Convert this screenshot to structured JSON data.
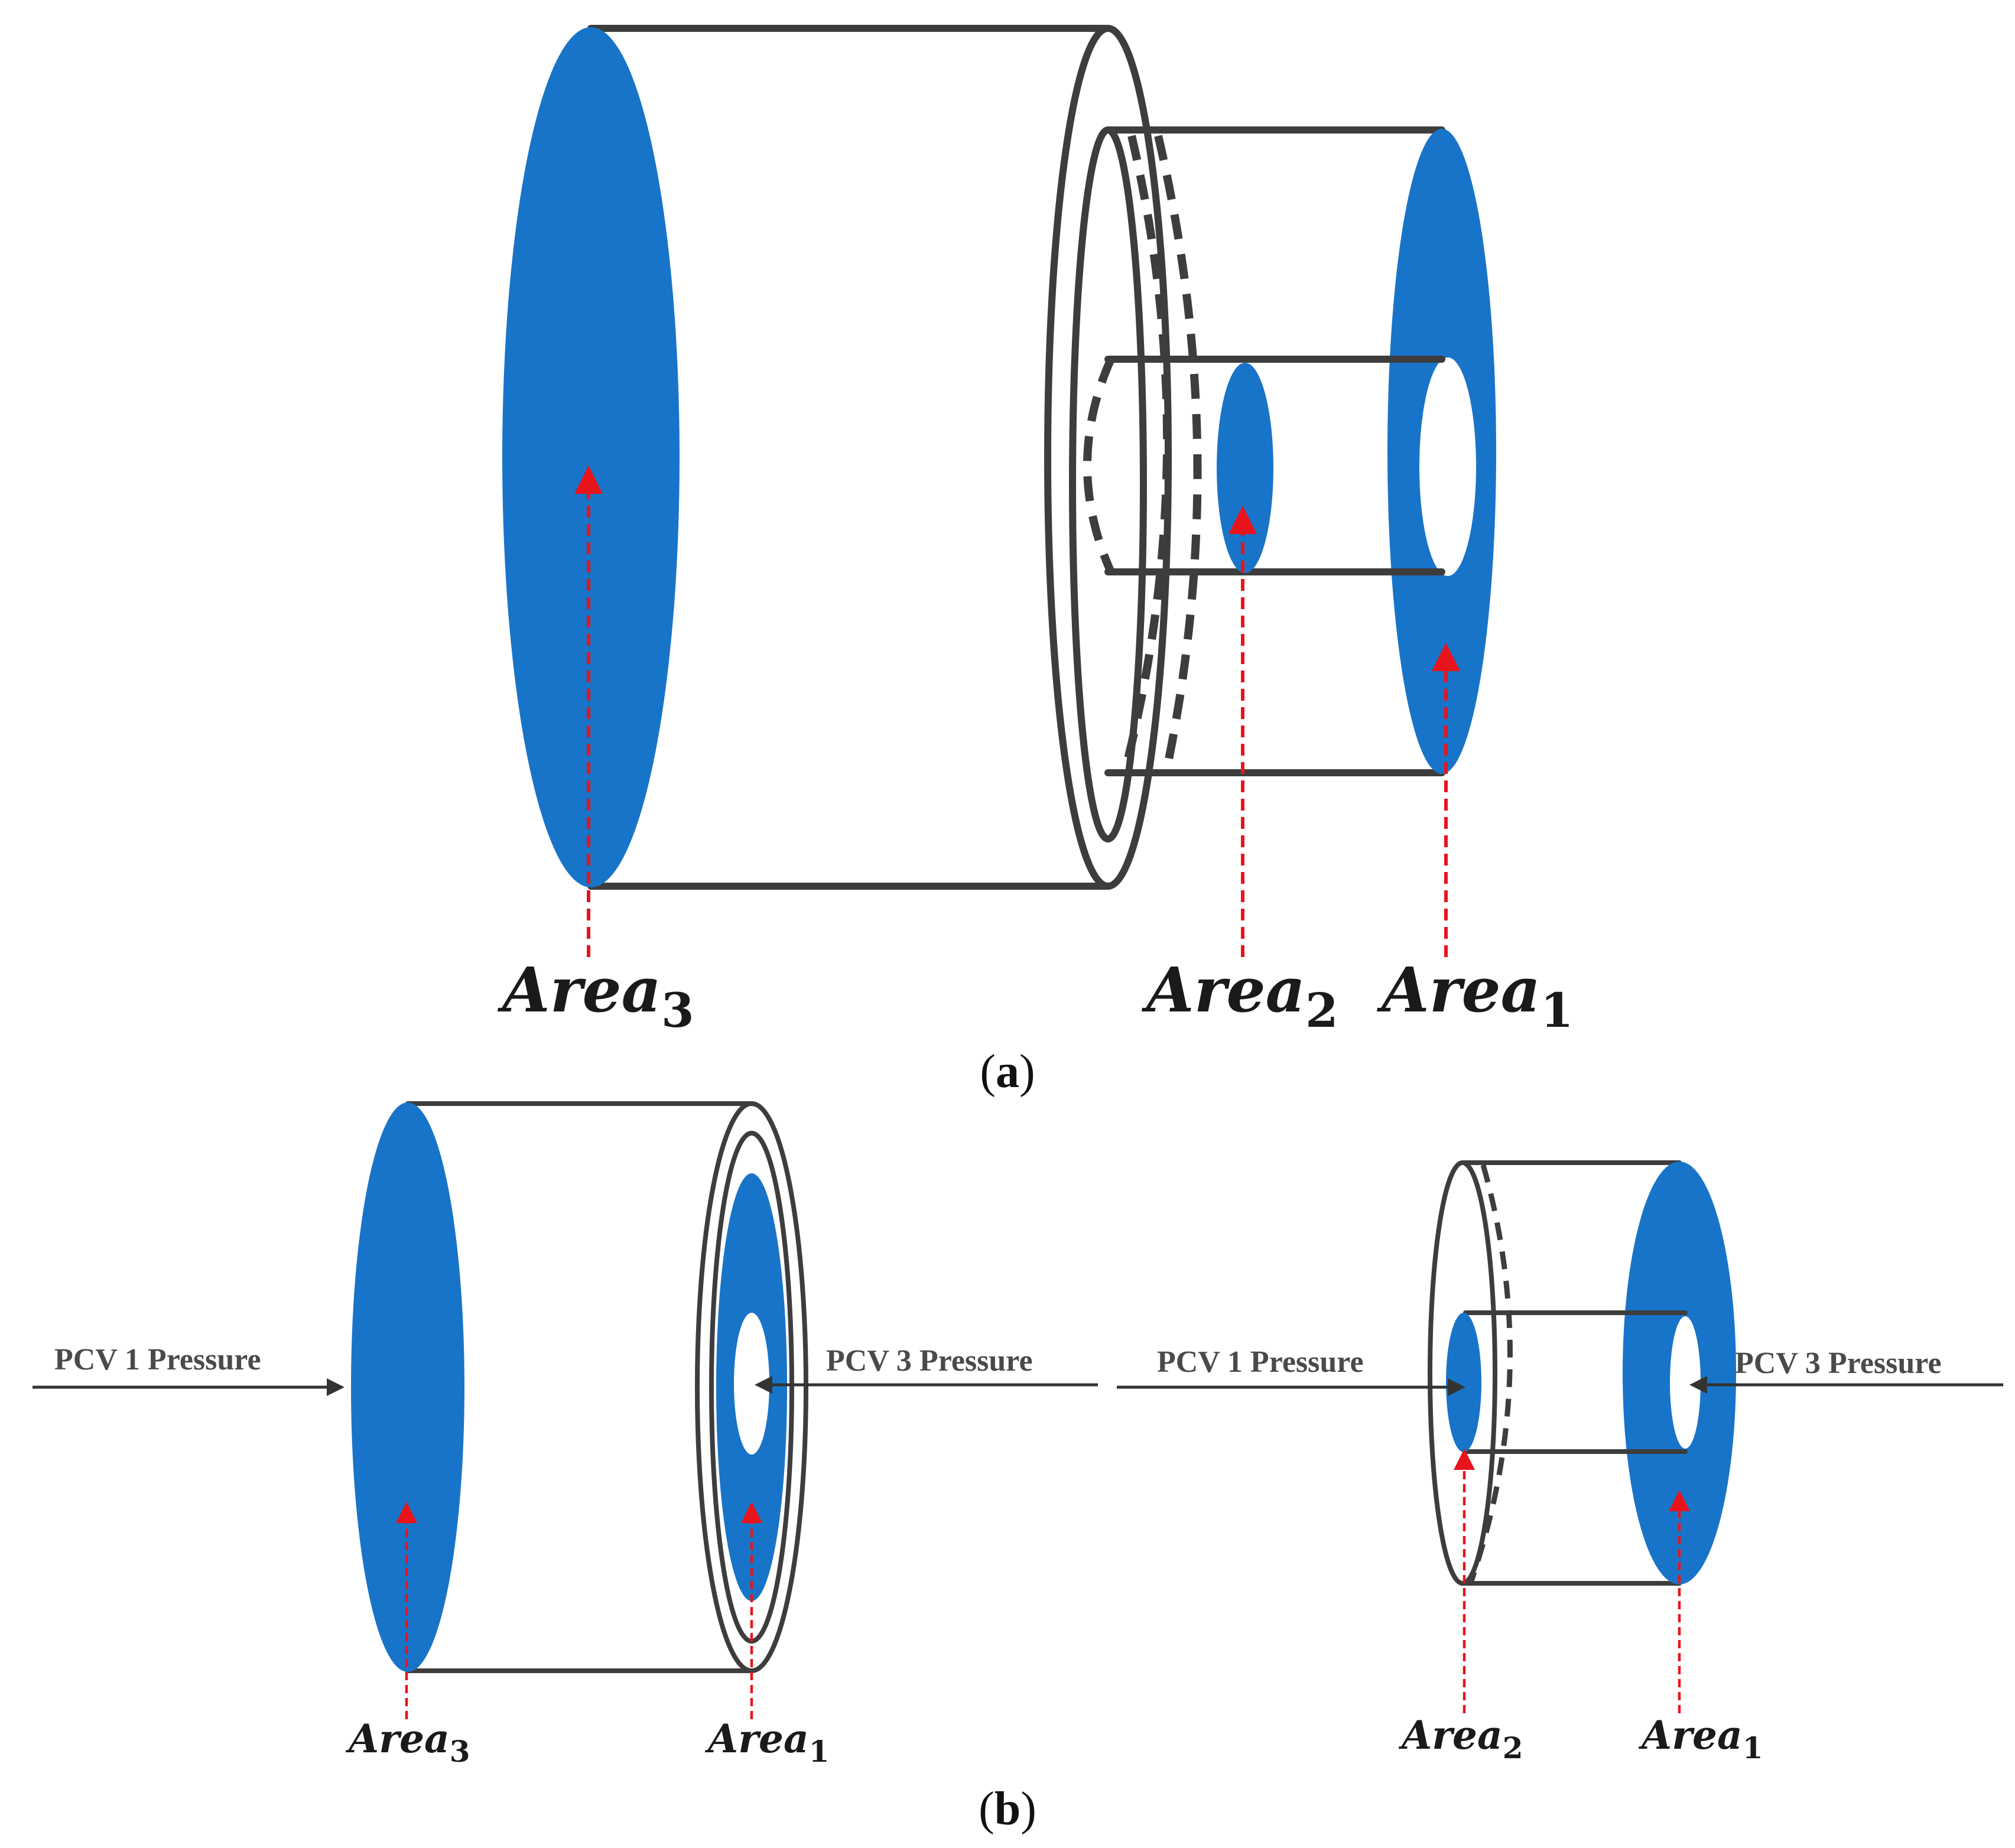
{
  "colors": {
    "fill": "#1874c9",
    "outline": "#3d3d3d",
    "arrow": "#e8141b",
    "pressure_arrow": "#333333"
  },
  "panel_a": {
    "label_letter": "a",
    "area3": {
      "name": "Area",
      "sub": "3"
    },
    "area2": {
      "name": "Area",
      "sub": "2"
    },
    "area1": {
      "name": "Area",
      "sub": "1"
    }
  },
  "panel_b": {
    "label_letter": "b",
    "left": {
      "pcv1_label": "PCV 1 Pressure",
      "pcv3_label": "PCV 3 Pressure",
      "area3": {
        "name": "Area",
        "sub": "3"
      },
      "area1": {
        "name": "Area",
        "sub": "1"
      }
    },
    "right": {
      "pcv1_label": "PCV 1 Pressure",
      "pcv3_label": "PCV 3 Pressure",
      "area2": {
        "name": "Area",
        "sub": "2"
      },
      "area1": {
        "name": "Area",
        "sub": "1"
      }
    }
  }
}
